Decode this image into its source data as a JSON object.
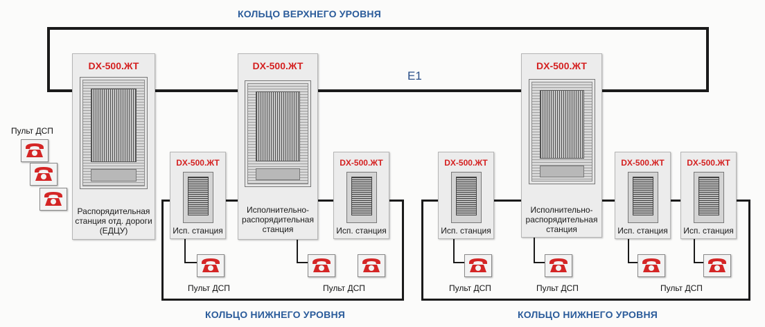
{
  "titles": {
    "top_ring": "КОЛЬЦО ВЕРХНЕГО УРОВНЯ",
    "bottom_ring_left": "КОЛЬЦО НИЖНЕГО УРОВНЯ",
    "bottom_ring_right": "КОЛЬЦО НИЖНЕГО УРОВНЯ"
  },
  "link_label": "E1",
  "stations": {
    "main": {
      "model": "DX-500.ЖТ",
      "caption_line1": "Распорядительная",
      "caption_line2": "станция отд. дороги",
      "caption_line3": "(ЕДЦУ)"
    },
    "exec1": {
      "model": "DX-500.ЖТ",
      "caption_line1": "Исполнительно-",
      "caption_line2": "распорядительная",
      "caption_line3": "станция"
    },
    "exec2": {
      "model": "DX-500.ЖТ",
      "caption_line1": "Исполнительно-",
      "caption_line2": "распорядительная",
      "caption_line3": "станция"
    },
    "isp1": {
      "model": "DX-500.ЖТ",
      "caption": "Исп. станция"
    },
    "isp2": {
      "model": "DX-500.ЖТ",
      "caption": "Исп. станция"
    },
    "isp3": {
      "model": "DX-500.ЖТ",
      "caption": "Исп. станция"
    },
    "isp4": {
      "model": "DX-500.ЖТ",
      "caption": "Исп. станция"
    },
    "isp5": {
      "model": "DX-500.ЖТ",
      "caption": "Исп. станция"
    }
  },
  "consoles": {
    "left": "Пульт ДСП",
    "c1": "Пульт ДСП",
    "c2": "Пульт ДСП",
    "c3": "Пульт ДСП",
    "c4": "Пульт ДСП",
    "c5": "Пульт ДСП"
  },
  "colors": {
    "title": "#2a5b9a",
    "model": "#d42020",
    "phone": "#d42525",
    "line": "#1a1a1a"
  },
  "icons": {
    "cabinet": "server-rack-icon",
    "console": "telephone-icon"
  }
}
